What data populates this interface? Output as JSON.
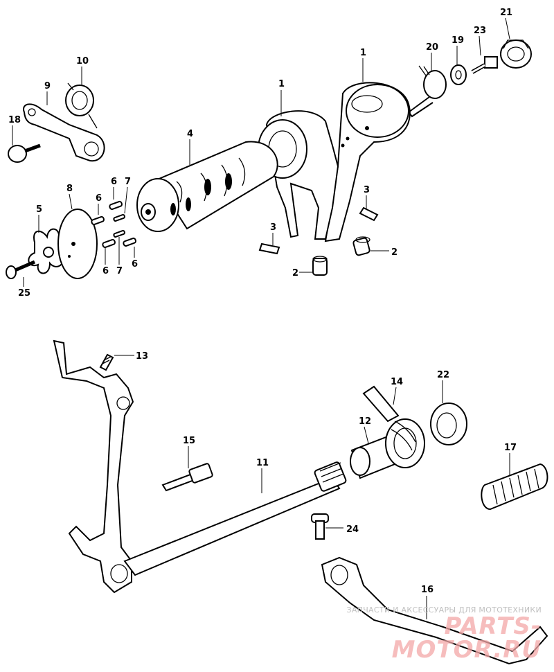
{
  "callouts": [
    {
      "id": "c1a",
      "label": "1"
    },
    {
      "id": "c1b",
      "label": "1"
    },
    {
      "id": "c2a",
      "label": "2"
    },
    {
      "id": "c2b",
      "label": "2"
    },
    {
      "id": "c3a",
      "label": "3"
    },
    {
      "id": "c3b",
      "label": "3"
    },
    {
      "id": "c4",
      "label": "4"
    },
    {
      "id": "c5",
      "label": "5"
    },
    {
      "id": "c6a",
      "label": "6"
    },
    {
      "id": "c6b",
      "label": "6"
    },
    {
      "id": "c6c",
      "label": "6"
    },
    {
      "id": "c6d",
      "label": "6"
    },
    {
      "id": "c7a",
      "label": "7"
    },
    {
      "id": "c7b",
      "label": "7"
    },
    {
      "id": "c8",
      "label": "8"
    },
    {
      "id": "c9",
      "label": "9"
    },
    {
      "id": "c10",
      "label": "10"
    },
    {
      "id": "c11",
      "label": "11"
    },
    {
      "id": "c12",
      "label": "12"
    },
    {
      "id": "c13",
      "label": "13"
    },
    {
      "id": "c14",
      "label": "14"
    },
    {
      "id": "c15",
      "label": "15"
    },
    {
      "id": "c16",
      "label": "16"
    },
    {
      "id": "c17",
      "label": "17"
    },
    {
      "id": "c18",
      "label": "18"
    },
    {
      "id": "c19",
      "label": "19"
    },
    {
      "id": "c20",
      "label": "20"
    },
    {
      "id": "c21",
      "label": "21"
    },
    {
      "id": "c22",
      "label": "22"
    },
    {
      "id": "c23",
      "label": "23"
    },
    {
      "id": "c24",
      "label": "24"
    },
    {
      "id": "c25",
      "label": "25"
    }
  ],
  "watermark": {
    "tagline": "ЗАПЧАСТИ И АКСЕССУАРЫ ДЛЯ МОТОТЕХНИКИ",
    "logo": "PARTS-MOTOR.RU"
  }
}
